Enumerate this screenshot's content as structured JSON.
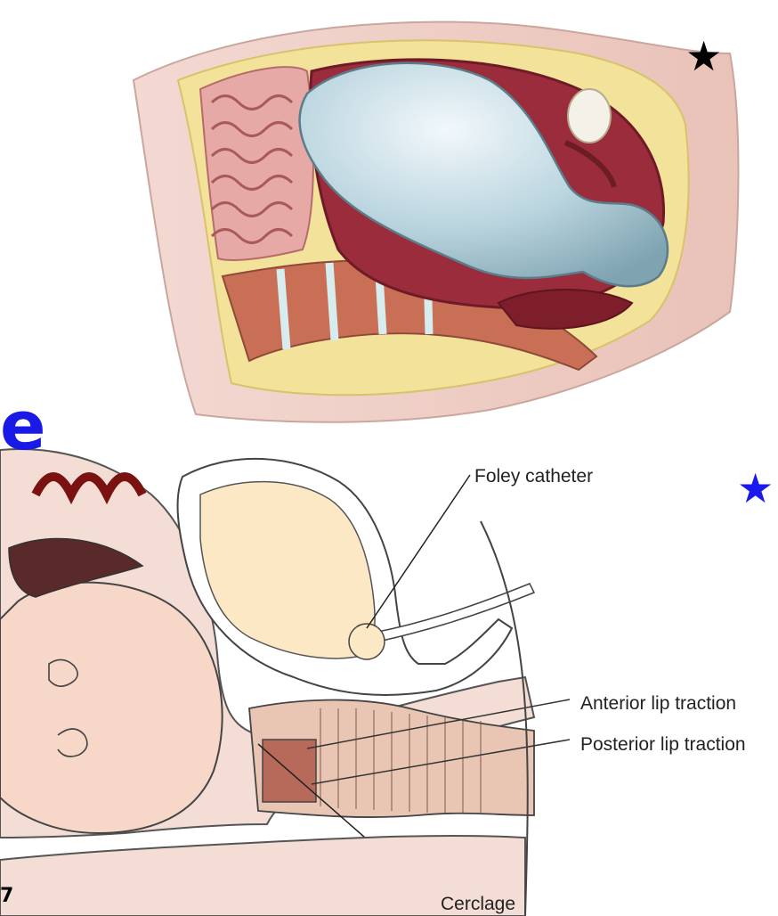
{
  "header": {
    "cut_letter": "e",
    "page_fragment": "7"
  },
  "markers": {
    "top_star": "★",
    "bottom_star": "★"
  },
  "colors": {
    "accent_blue": "#1a1ae6",
    "star_blue": "#1a1aee",
    "star_black": "#000000"
  },
  "labels": {
    "foley": "Foley catheter",
    "anterior": "Anterior lip traction",
    "posterior": "Posterior lip traction",
    "cerclage": "Cerclage"
  }
}
